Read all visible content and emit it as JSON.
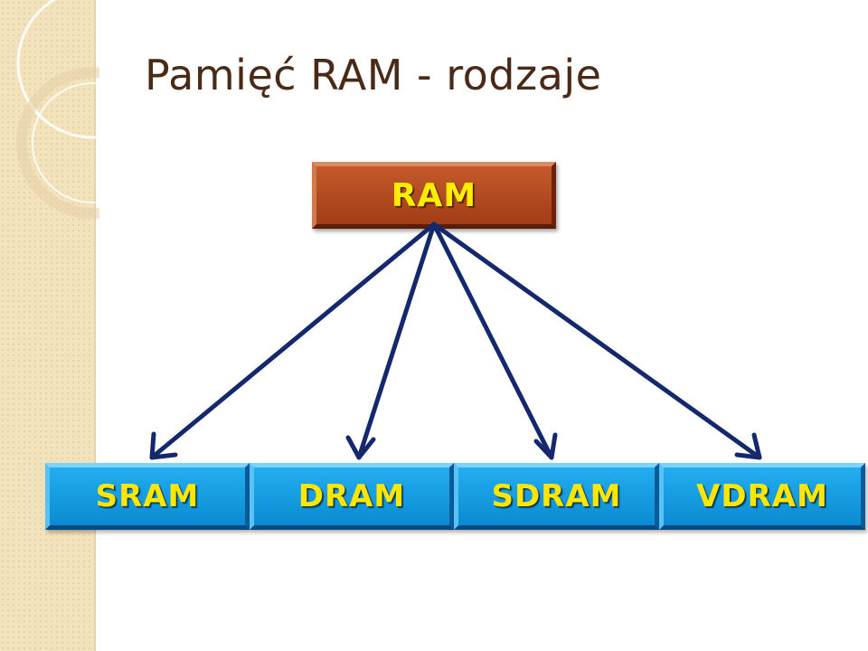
{
  "slide": {
    "title": "Pamięć RAM - rodzaje"
  },
  "diagram": {
    "root": {
      "label": "RAM"
    },
    "children": [
      {
        "label": "SRAM"
      },
      {
        "label": "DRAM"
      },
      {
        "label": "SDRAM"
      },
      {
        "label": "VDRAM"
      }
    ]
  },
  "colors": {
    "root_fill": "#b34a1f",
    "child_fill": "#1a9fe3",
    "label_text": "#ffec00",
    "arrow": "#14286e",
    "title_text": "#4a2a16"
  }
}
